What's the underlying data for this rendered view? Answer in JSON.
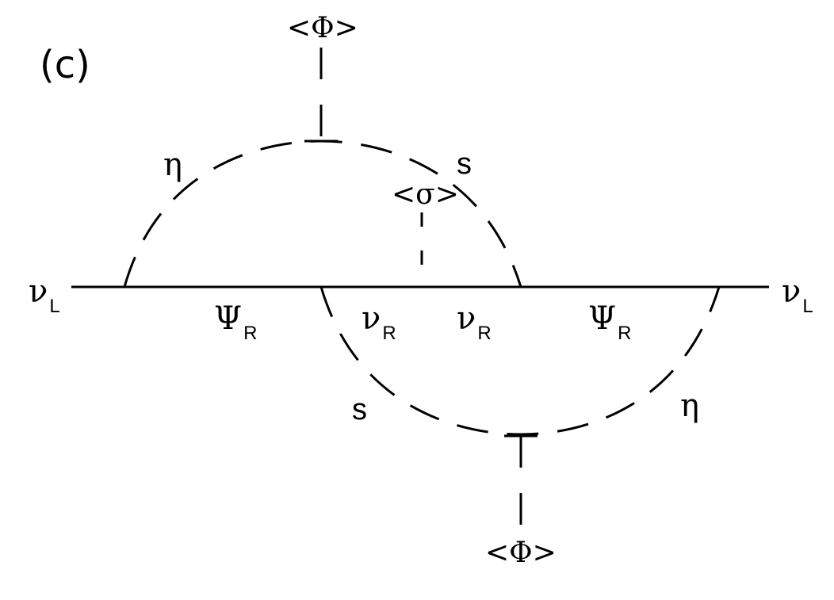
{
  "panel_label": "(c)",
  "vev_top": "<Φ>",
  "vev_bottom": "<Φ>",
  "vev_sigma": "<σ>",
  "field_left": {
    "base": "ν",
    "sub": "L"
  },
  "field_right": {
    "base": "ν",
    "sub": "L"
  },
  "psi_left": {
    "base": "Ψ",
    "sub": "R"
  },
  "psi_right": {
    "base": "Ψ",
    "sub": "R"
  },
  "nu_r_left": {
    "base": "ν",
    "sub": "R"
  },
  "nu_r_right": {
    "base": "ν",
    "sub": "R"
  },
  "eta_top": "η",
  "eta_bottom": "η",
  "s_top": "s",
  "s_bottom": "s",
  "colors": {
    "ink": "#000000",
    "background": "#ffffff"
  }
}
